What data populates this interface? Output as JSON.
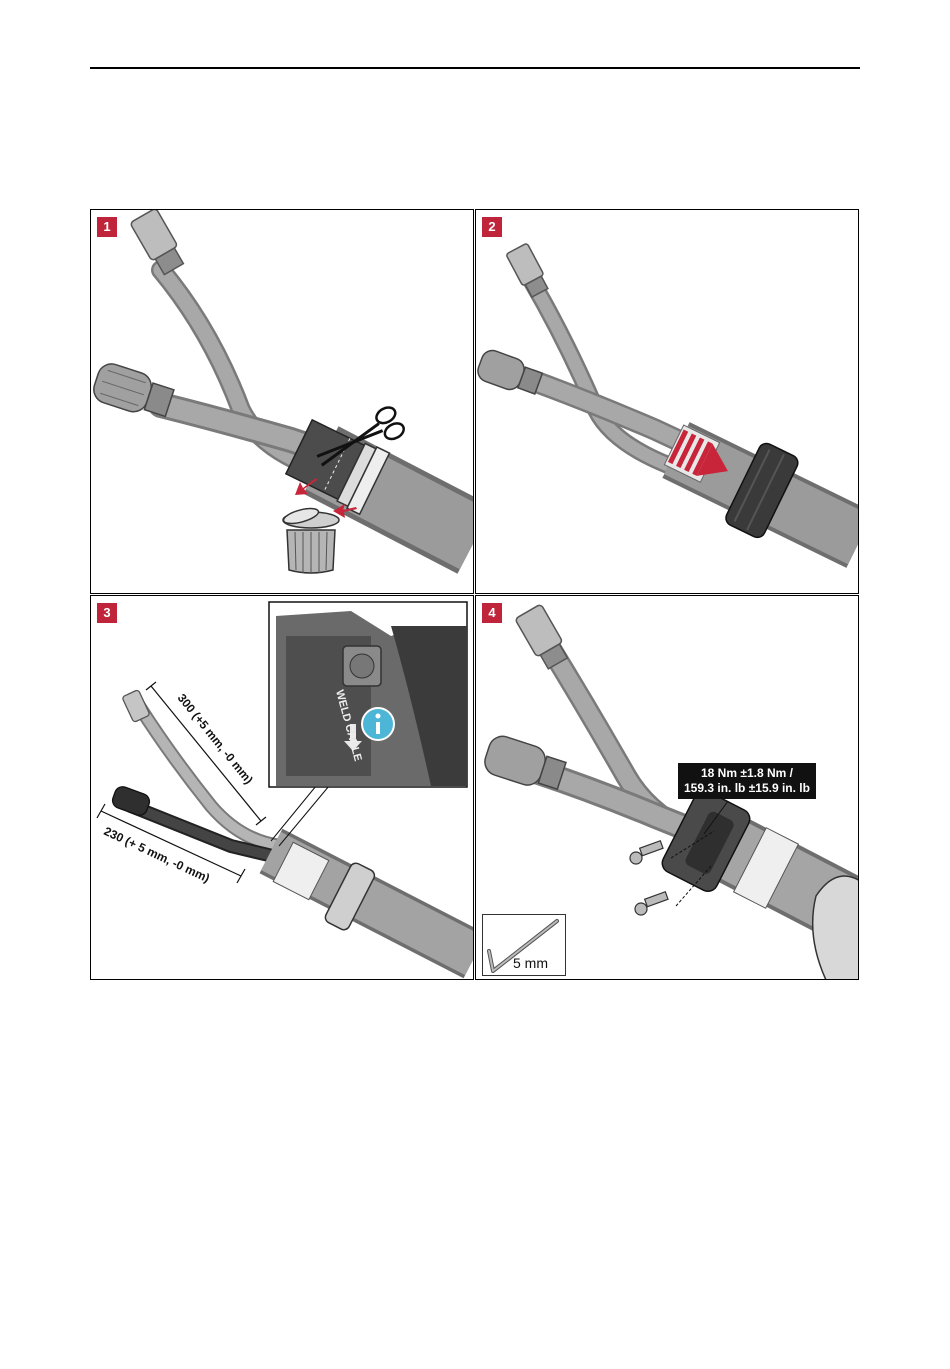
{
  "steps": [
    {
      "number": "1"
    },
    {
      "number": "2"
    },
    {
      "number": "3",
      "dim_long": "300 (+5 mm, -0 mm)",
      "dim_short": "230 (+ 5 mm, -0 mm)",
      "detail_text": "WELD CABLE"
    },
    {
      "number": "4",
      "torque_line1": "18 Nm ±1.8 Nm /",
      "torque_line2": "159.3 in. lb ±15.9 in. lb",
      "tool_size": "5 mm"
    }
  ],
  "colors": {
    "badge": "#c0243a",
    "cable": "#9a9a9a",
    "dark": "#3a3a3a",
    "arrow": "#c8253a"
  }
}
